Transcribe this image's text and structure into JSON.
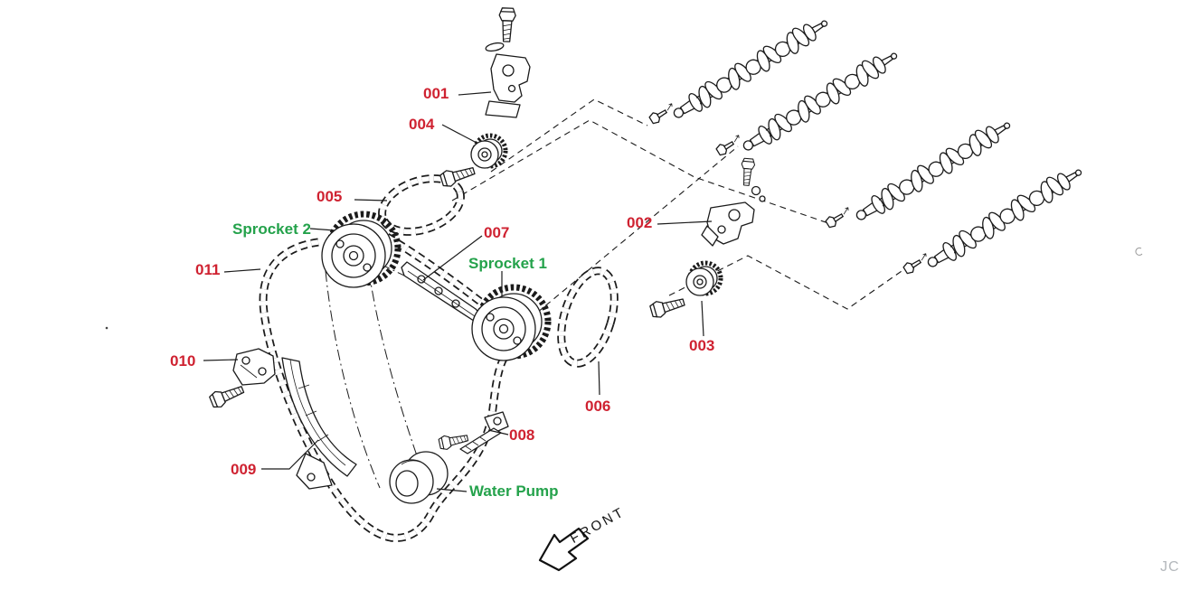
{
  "colors": {
    "red": "#cf2231",
    "green": "#24a24b",
    "line": "#1b1b1b",
    "watermark": "#b4b8bc",
    "bg": "#ffffff"
  },
  "callouts": {
    "c001": "001",
    "c002": "002",
    "c003": "003",
    "c004": "004",
    "c005": "005",
    "c006": "006",
    "c007": "007",
    "c008": "008",
    "c009": "009",
    "c010": "010",
    "c011": "011"
  },
  "named_parts": {
    "sprocket_1": "Sprocket 1",
    "sprocket_2": "Sprocket 2",
    "water_pump": "Water Pump"
  },
  "annotations": {
    "front": "FRONT",
    "watermark": "JC"
  }
}
